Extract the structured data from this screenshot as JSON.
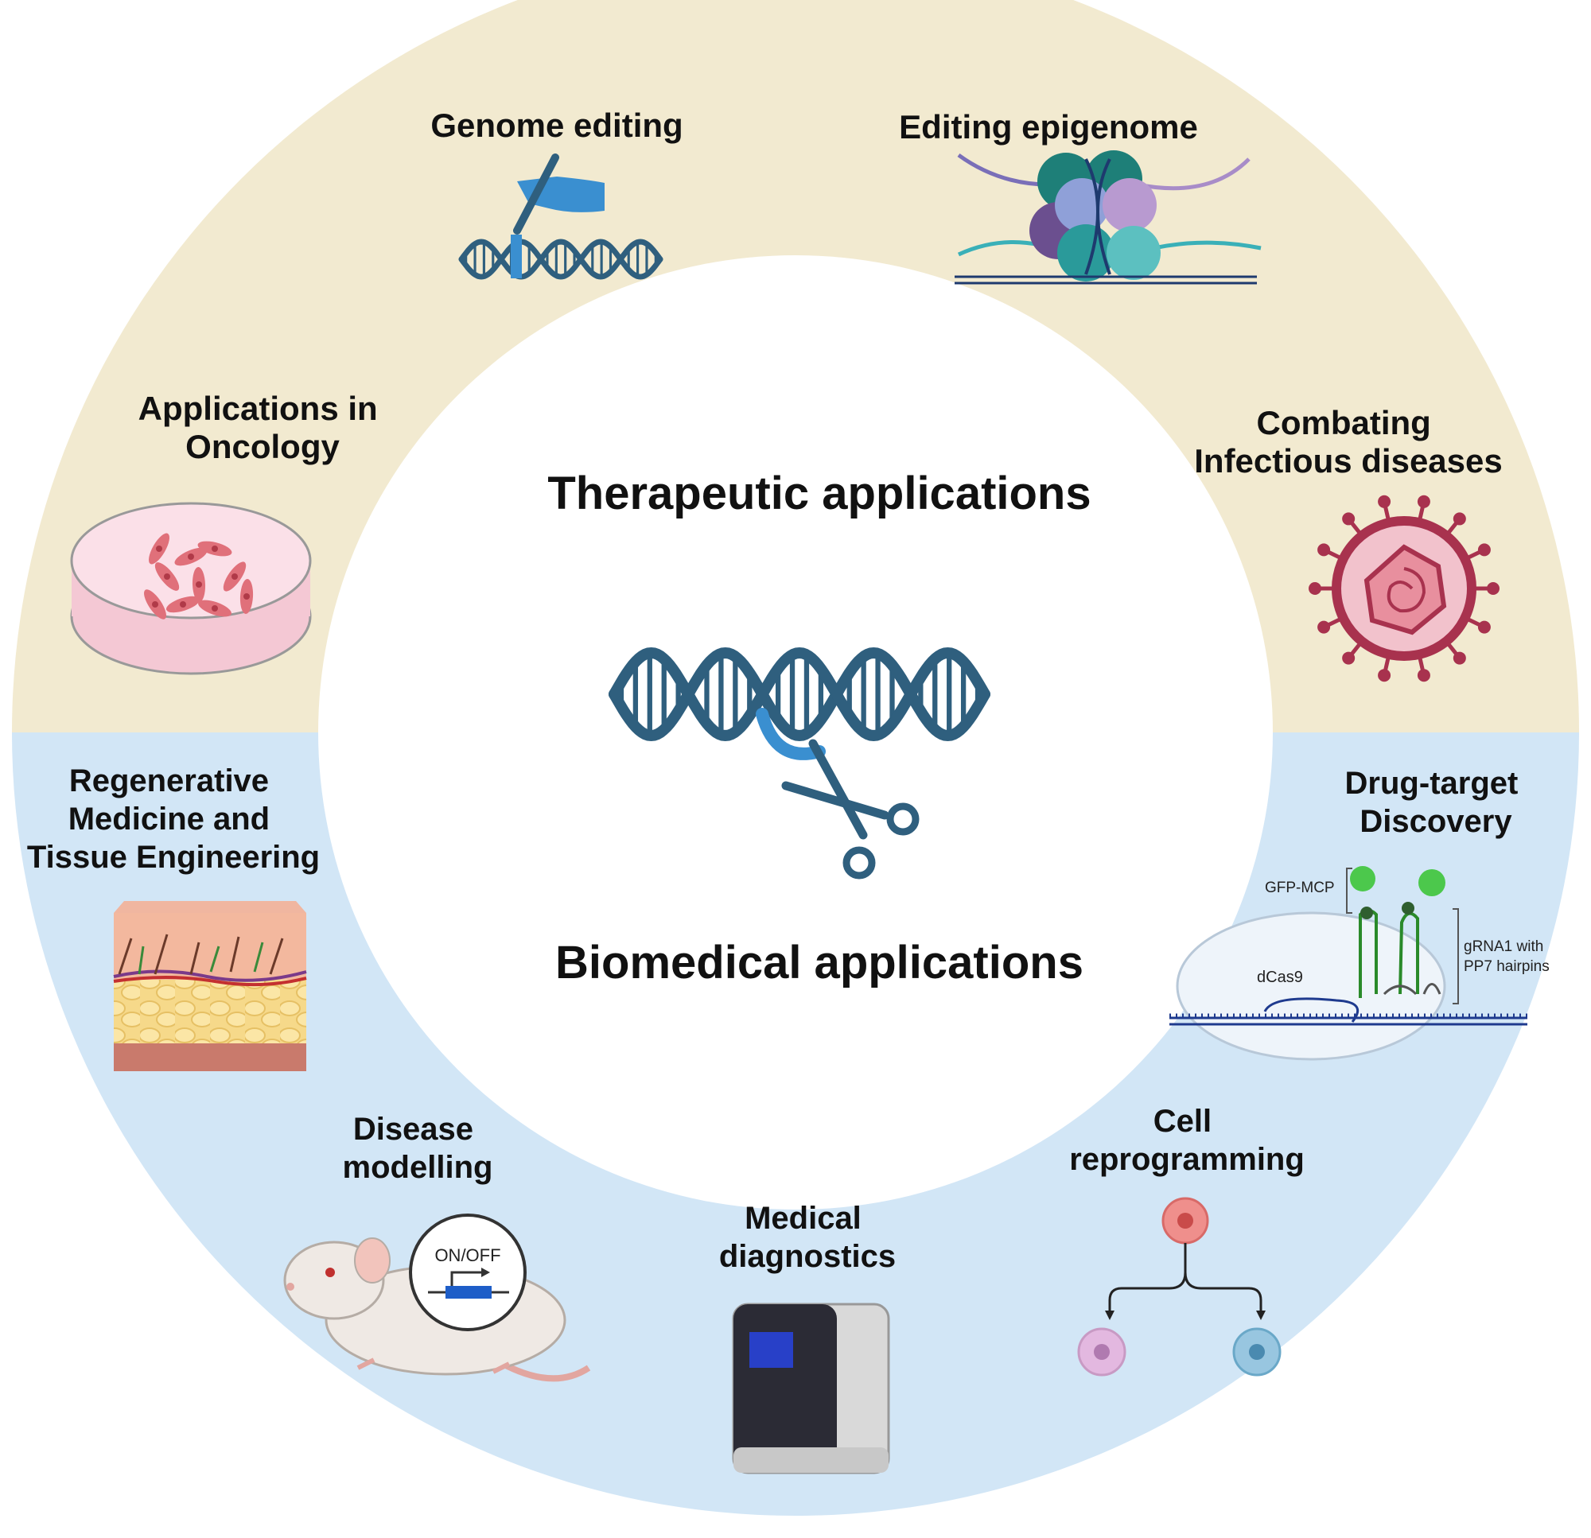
{
  "center": {
    "top_title": "Therapeutic applications",
    "bottom_title": "Biomedical  applications"
  },
  "therapeutic": {
    "oncology": [
      "Applications in",
      "Oncology"
    ],
    "genome_editing": [
      "Genome editing"
    ],
    "epigenome": [
      "Editing epigenome"
    ],
    "infectious": [
      "Combating",
      "Infectious diseases"
    ]
  },
  "biomedical": {
    "regenerative": [
      "Regenerative",
      "Medicine and",
      "Tissue Engineering"
    ],
    "disease_modelling": [
      "Disease",
      "modelling"
    ],
    "diagnostics": [
      "Medical",
      "diagnostics"
    ],
    "reprogramming": [
      "Cell",
      "reprogramming"
    ],
    "drug_target": [
      "Drug-target",
      "Discovery"
    ]
  },
  "icon_text": {
    "switch": "ON/OFF",
    "gfp": "GFP-MCP",
    "dcas9": "dCas9",
    "grna": [
      "gRNA1 with",
      "PP7 hairpins"
    ]
  },
  "colors": {
    "top_band": "#f2ead0",
    "bottom_band": "#d2e6f6",
    "dna": "#2f5f7e",
    "dna_highlight": "#3a8fd0"
  }
}
